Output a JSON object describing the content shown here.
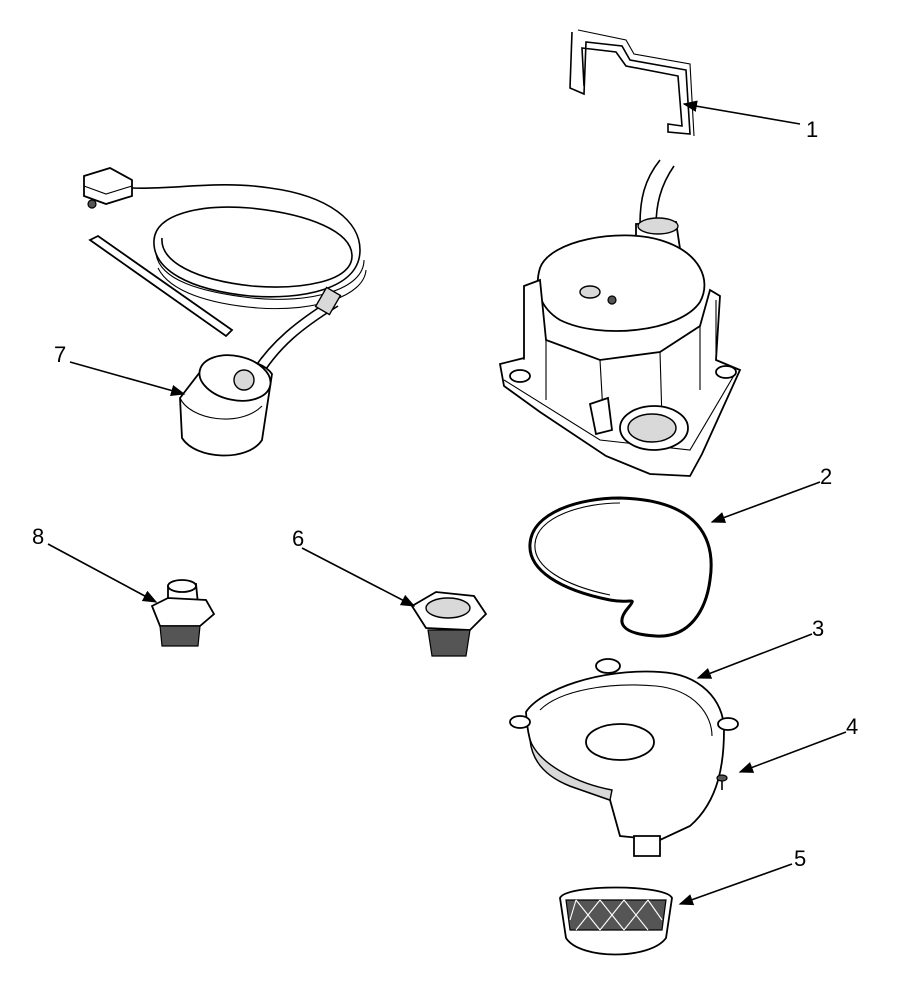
{
  "callouts": [
    {
      "id": "1",
      "label": "1"
    },
    {
      "id": "2",
      "label": "2"
    },
    {
      "id": "3",
      "label": "3"
    },
    {
      "id": "4",
      "label": "4"
    },
    {
      "id": "5",
      "label": "5"
    },
    {
      "id": "6",
      "label": "6"
    },
    {
      "id": "7",
      "label": "7"
    },
    {
      "id": "8",
      "label": "8"
    }
  ],
  "colors": {
    "line": "#000000",
    "background": "#ffffff",
    "shade": "#d9d9d9"
  }
}
